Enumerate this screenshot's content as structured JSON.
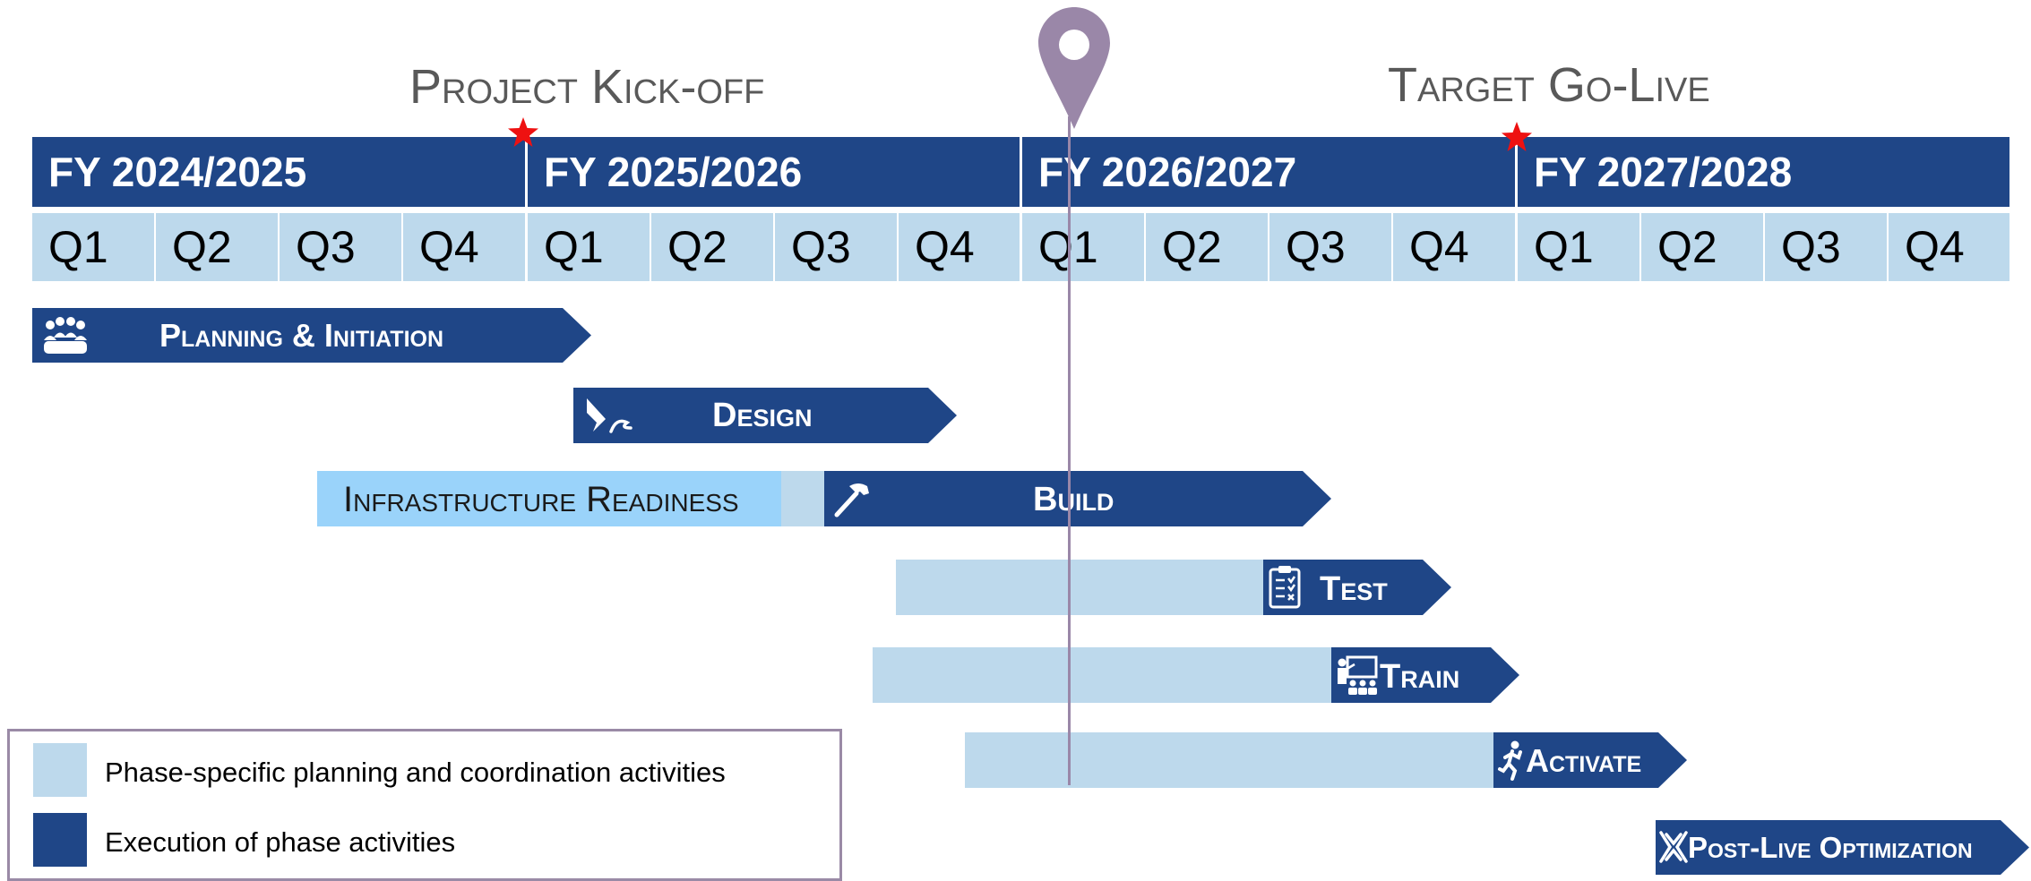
{
  "milestones": {
    "kickoff_label": "Project Kick-off",
    "golive_label": "Target Go-Live",
    "star_color": "#ee1111",
    "pin_color": "#9a87a8"
  },
  "fiscal_years": [
    "FY 2024/2025",
    "FY 2025/2026",
    "FY 2026/2027",
    "FY 2027/2028"
  ],
  "quarters": [
    "Q1",
    "Q2",
    "Q3",
    "Q4",
    "Q1",
    "Q2",
    "Q3",
    "Q4",
    "Q1",
    "Q2",
    "Q3",
    "Q4",
    "Q1",
    "Q2",
    "Q3",
    "Q4"
  ],
  "phases": {
    "planning": {
      "label": "Planning & Initiation",
      "icon": "team-icon"
    },
    "design": {
      "label": "Design",
      "icon": "design-pen-icon"
    },
    "infrastructure": {
      "label": "Infrastructure Readiness"
    },
    "build": {
      "label": "Build",
      "icon": "hammer-icon"
    },
    "test": {
      "label": "Test",
      "icon": "clipboard-checklist-icon"
    },
    "train": {
      "label": "Train",
      "icon": "trainer-icon"
    },
    "activate": {
      "label": "Activate",
      "icon": "runner-icon"
    },
    "postlive": {
      "label": "Post-Live Optimization",
      "icon": "optimization-icon"
    }
  },
  "legend": {
    "planning_text": "Phase-specific planning and coordination activities",
    "execution_text": "Execution of phase activities"
  },
  "colors": {
    "execution": "#1f4687",
    "planning": "#bdd9ec",
    "infrastructure": "#9ad3fa",
    "legend_border": "#9a8aa6"
  }
}
